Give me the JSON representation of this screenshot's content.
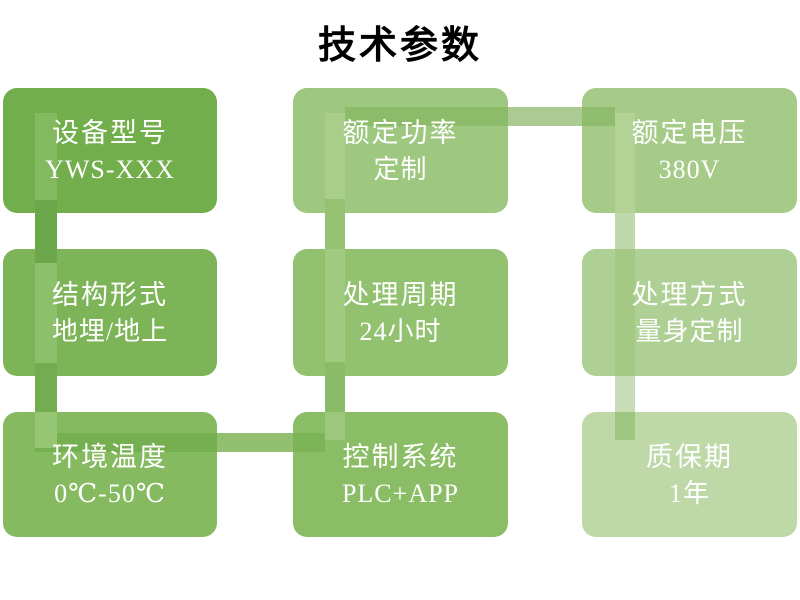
{
  "title": "技术参数",
  "boxes": [
    {
      "label": "设备型号",
      "value": "YWS-XXX",
      "color": "#72AE4B"
    },
    {
      "label": "额定功率",
      "value": "定制",
      "color": "#9EC77F"
    },
    {
      "label": "额定电压",
      "value": "380V",
      "color": "#A6CB88"
    },
    {
      "label": "结构形式",
      "value": "地埋/地上",
      "color": "#7CB457"
    },
    {
      "label": "处理周期",
      "value": "24小时",
      "color": "#92C170"
    },
    {
      "label": "处理方式",
      "value": "量身定制",
      "color": "#AFD094"
    },
    {
      "label": "环境温度",
      "value": "0℃-50℃",
      "color": "#86BA61"
    },
    {
      "label": "控制系统",
      "value": "PLC+APP",
      "color": "#8ABD66"
    },
    {
      "label": "质保期",
      "value": "1年",
      "color": "#BED8A8"
    }
  ],
  "text_color": "#FFFFFF",
  "title_color": "#000000",
  "connector_colors": {
    "vl1": "#84BA5F",
    "vl2": "#6CA84B",
    "vl3": "#8DC06A",
    "vl4": "#74AD51",
    "vl5": "#96C574",
    "vm1": "#A9CE8B",
    "vm2": "#95C173",
    "vm3": "#A0CA80",
    "vm4": "#8ABB66",
    "vm5": "#9CC77C",
    "vr1": "#B2D296",
    "vr2": "#BFD8AC",
    "vr3": "#A4C985",
    "vr4": "#C8DDB8",
    "vr5": "#9FC681",
    "ht1": "#8CBC69",
    "ht2": "#ABCB92",
    "ht3": "#8FBD6D",
    "hb1": "#76AF50",
    "hb2": "#92C070",
    "hb3": "#7EB458"
  }
}
